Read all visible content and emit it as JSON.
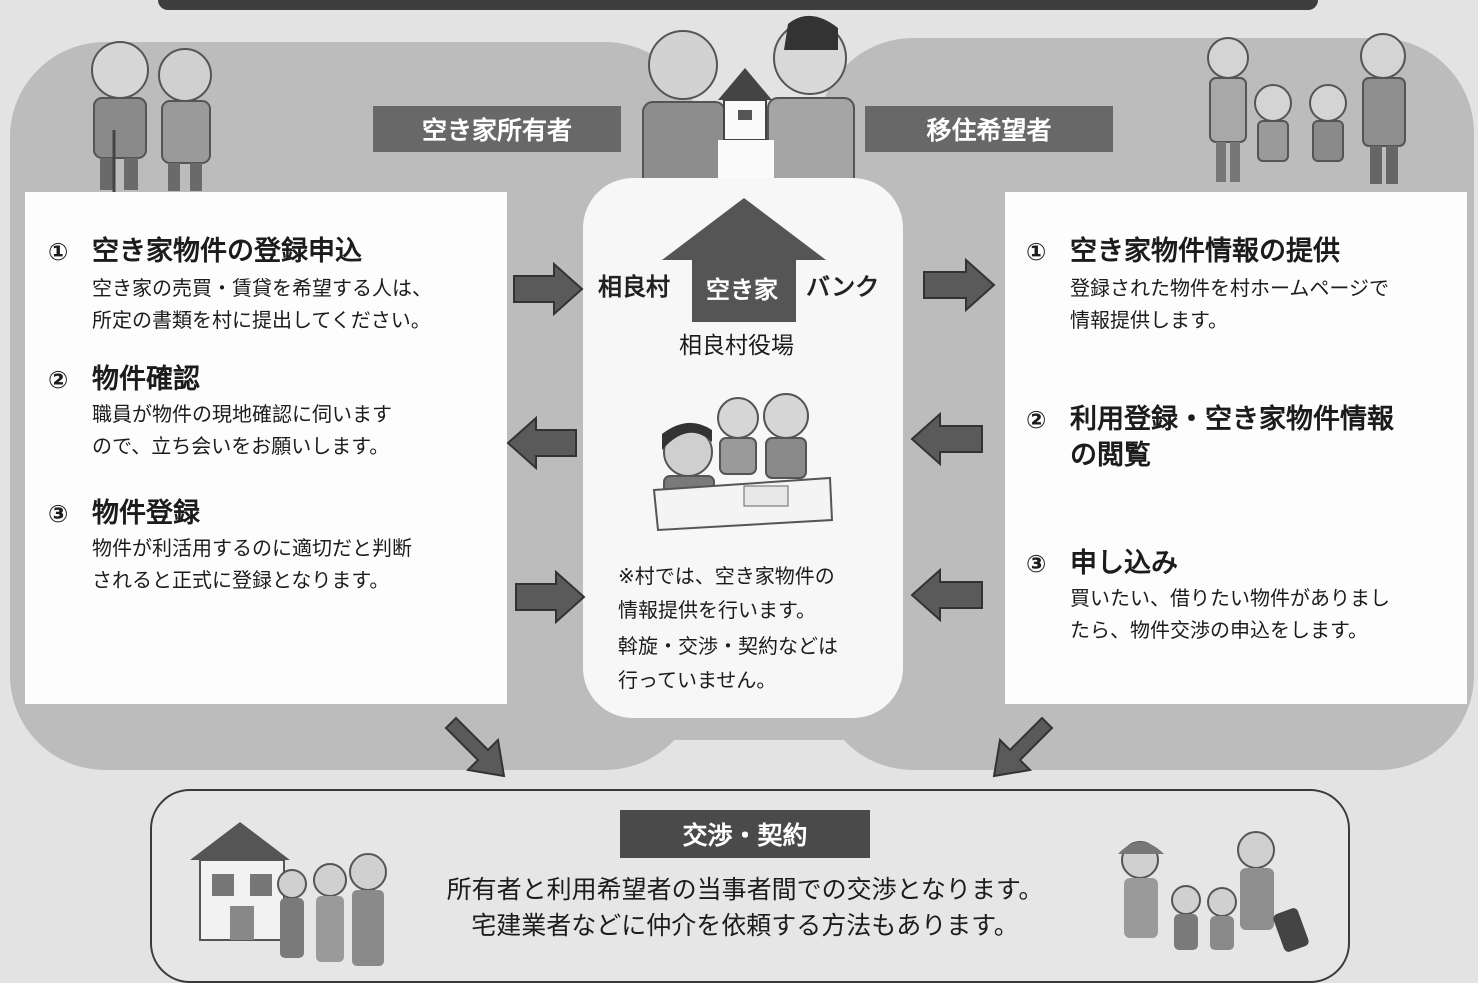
{
  "owner_label": "空き家所有者",
  "seeker_label": "移住希望者",
  "left_items": [
    {
      "num": "①",
      "title": "空き家物件の登録申込",
      "desc": [
        "空き家の売買・賃貸を希望する人は、",
        "所定の書類を村に提出してください。"
      ]
    },
    {
      "num": "②",
      "title": "物件確認",
      "desc": [
        "職員が物件の現地確認に伺います",
        "ので、立ち会いをお願いします。"
      ]
    },
    {
      "num": "③",
      "title": "物件登録",
      "desc": [
        "物件が利活用するのに適切だと判断",
        "されると正式に登録となります。"
      ]
    }
  ],
  "right_items": [
    {
      "num": "①",
      "title": "空き家物件情報の提供",
      "desc": [
        "登録された物件を村ホームページで",
        "情報提供します。"
      ]
    },
    {
      "num": "②",
      "title": [
        "利用登録・空き家物件情報",
        "の閲覧"
      ],
      "desc": []
    },
    {
      "num": "③",
      "title": "申し込み",
      "desc": [
        "買いたい、借りたい物件がありまし",
        "たら、物件交渉の申込をします。"
      ]
    }
  ],
  "center": {
    "bank_left": "相良村",
    "bank_mid": "空き家",
    "bank_right": "バンク",
    "office": "相良村役場",
    "note": [
      "※村では、空き家物件の",
      "情報提供を行います。",
      "斡旋・交渉・契約などは",
      "行っていません。"
    ]
  },
  "bottom": {
    "label": "交渉・契約",
    "lines": [
      "所有者と利用希望者の当事者間での交渉となります。",
      "宅建業者などに仲介を依頼する方法もあります。"
    ]
  }
}
